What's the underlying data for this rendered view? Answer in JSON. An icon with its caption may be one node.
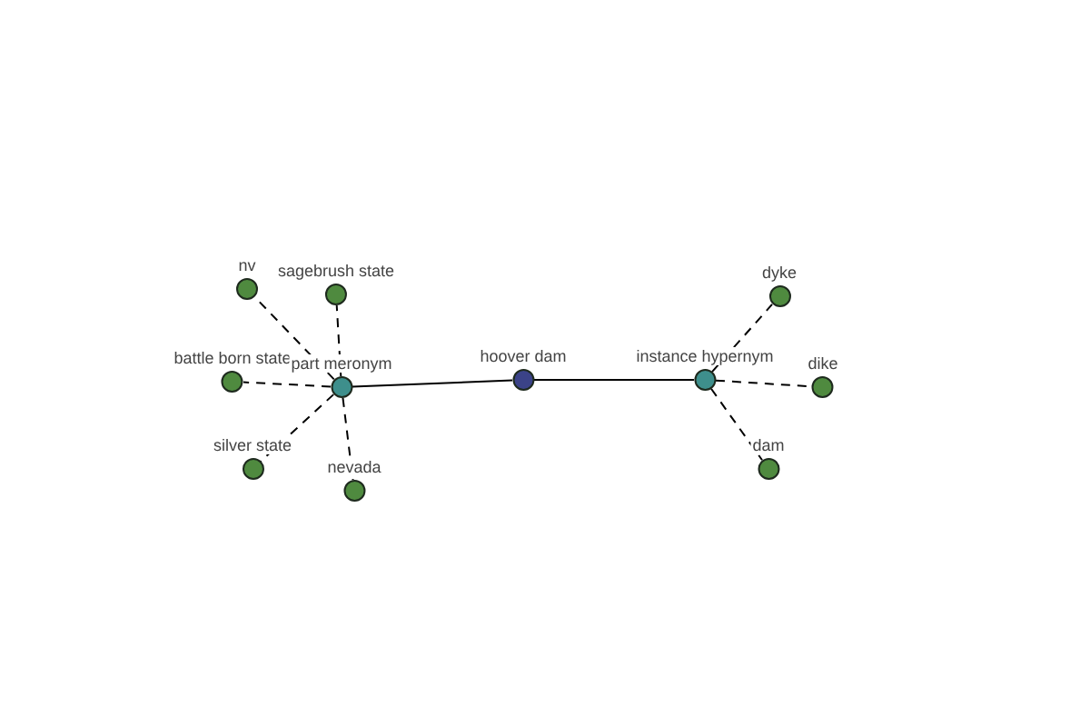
{
  "diagram": {
    "nodes": [
      {
        "text": [
          "nv"
        ]
      },
      {
        "text": [
          "sagebrush state"
        ]
      },
      {
        "text": [
          "dyke"
        ]
      },
      {
        "text": [
          "battle born state"
        ]
      },
      {
        "text": [
          "part meronym"
        ]
      },
      {
        "text": [
          "hoover dam"
        ]
      },
      {
        "text": [
          "instance hypernym"
        ]
      },
      {
        "text": [
          "dike"
        ]
      },
      {
        "text": [
          "silver state"
        ]
      },
      {
        "text": [
          "dam"
        ]
      },
      {
        "text": [
          "nevada"
        ]
      }
    ],
    "edges": [
      {
        "from": 4,
        "to": 5,
        "arrow": "none"
      },
      {
        "from": 5,
        "to": 6,
        "arrow": "none"
      },
      {
        "from": 4,
        "to": 0,
        "arrow": "none",
        "style": "dashed"
      },
      {
        "from": 4,
        "to": 1,
        "arrow": "none",
        "style": "dashed"
      },
      {
        "from": 4,
        "to": 3,
        "arrow": "none",
        "style": "dashed"
      },
      {
        "from": 4,
        "to": 8,
        "arrow": "none",
        "style": "dashed"
      },
      {
        "from": 4,
        "to": 10,
        "arrow": "none",
        "style": "dashed"
      },
      {
        "from": 6,
        "to": 2,
        "arrow": "none",
        "style": "dashed"
      },
      {
        "from": 6,
        "to": 7,
        "arrow": "none",
        "style": "dashed"
      },
      {
        "from": 6,
        "to": 9,
        "arrow": "none",
        "style": "dashed"
      }
    ]
  }
}
